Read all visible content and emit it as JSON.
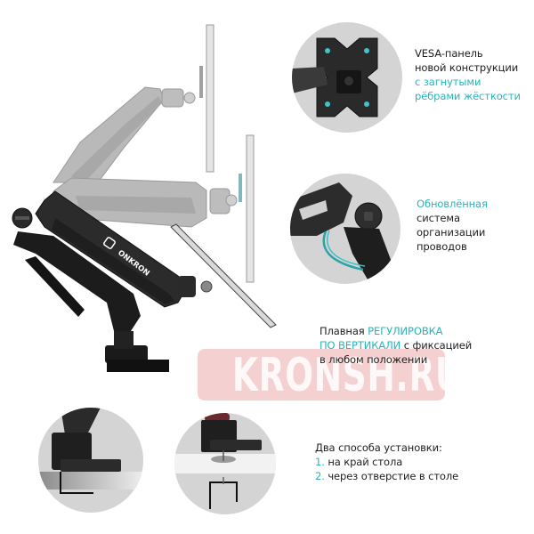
{
  "brand": {
    "arm_logo_text": "ONKRON",
    "accent_color": "#26b5bd",
    "text_color": "#1e1e1e"
  },
  "watermark": {
    "text": "KRONSH.RU",
    "color": "#ecaaaa"
  },
  "features": [
    {
      "id": "vesa",
      "icon": "vesa-plate-closeup",
      "lines": [
        {
          "text": "VESA-панель",
          "accent": false
        },
        {
          "text": "новой конструкции",
          "accent": false
        },
        {
          "text": "с загнутыми",
          "accent": true
        },
        {
          "text": "рёбрами жёсткости",
          "accent": true
        }
      ]
    },
    {
      "id": "cable",
      "icon": "cable-management-closeup",
      "lines": [
        {
          "text": "Обновлённая",
          "accent": true
        },
        {
          "text": "система",
          "accent": false
        },
        {
          "text": "организации",
          "accent": false
        },
        {
          "text": "проводов",
          "accent": false
        }
      ]
    },
    {
      "id": "vertical",
      "line1_plain": "Плавная ",
      "line1_accent": "РЕГУЛИРОВКА",
      "line2_accent": "ПО ВЕРТИКАЛИ",
      "line2_plain": " с фиксацией",
      "line3_plain": "в любом положении"
    },
    {
      "id": "mounting",
      "icon": "clamp-and-grommet-closeups",
      "title": "Два способа установки:",
      "options": [
        {
          "num": "1.",
          "text": " на край стола"
        },
        {
          "num": "2.",
          "text": " через отверстие в столе"
        }
      ]
    }
  ]
}
